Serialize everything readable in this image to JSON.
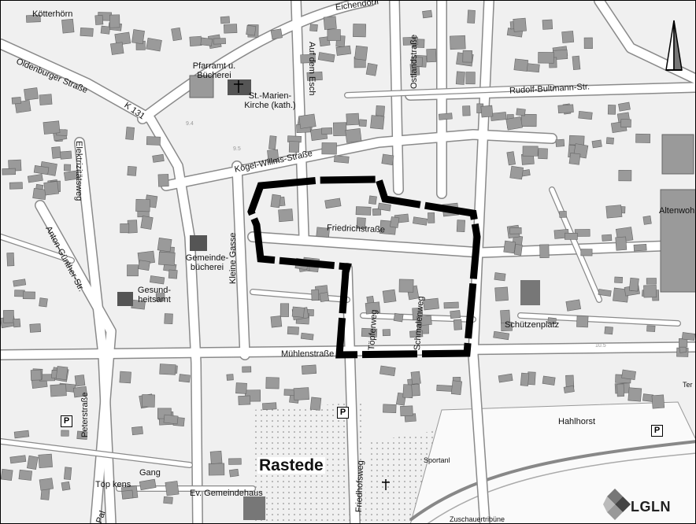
{
  "map": {
    "labels": {
      "koetterhoern": "Kötterhörn",
      "eichendorff": "Eichendorff",
      "oldenburger": "Oldenburger Straße",
      "k131": "K 131",
      "pfarramt": "Pfarramt u. Bücherei",
      "st_marien": "St.-Marien-Kirche (kath.)",
      "auf_dem_esch": "Auf dem Esch",
      "ostlandstrasse": "Ostlandstraße",
      "rudolf_bultmann": "Rudolf-Bultmann-Str.",
      "elektrizitaetsweg": "Elektrizitätsweg",
      "koegel_willms": "Kögel-Willms-Straße",
      "altenwohn": "Altenwoh",
      "anton_guenther": "Anton-Günther-Str.",
      "kleine_gasse": "Kleine Gasse",
      "friedrichstrasse": "Friedrichstraße",
      "gemeindebuecherei": "Gemeinde-bücherei",
      "gesundheitsamt": "Gesund-heitsamt",
      "toepferweg": "Töpferweg",
      "schmalenweg": "Schmalenweg",
      "schuetzenplatz": "Schützenplatz",
      "muehlenstrasse": "Mühlenstraße",
      "peterstrasse": "Peterstraße",
      "ter": "Ter",
      "hahlhorst": "Hahlhorst",
      "rastede": "Rastede",
      "friedhofsweg": "Friedhofsweg",
      "sportanl": "Sportanl",
      "gang": "Gang",
      "toep_kens": "Töp kens",
      "ev_gemeindehaus": "Ev. Gemeindehaus",
      "zuschauertribuene": "Zuschauertribüne",
      "pal": "Pal",
      "contour_val": "10.5"
    },
    "parking_label": "P",
    "logo_text": "LGLN",
    "colors": {
      "building": "#9a9a9a",
      "road": "#ffffff",
      "road_edge": "#8a8a8a",
      "background": "#f2f2f2",
      "boundary": "#000000",
      "railway": "#9a9a9a"
    },
    "icons": {
      "north_arrow": "north-arrow-icon",
      "church": "church-cross-icon",
      "logo": "lgln-logo-icon"
    }
  }
}
